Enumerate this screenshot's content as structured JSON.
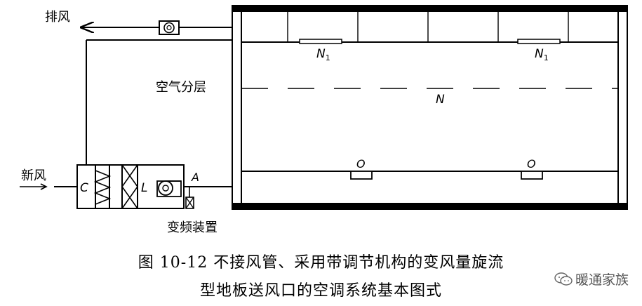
{
  "labels": {
    "exhaust": "排风",
    "fresh_air": "新风",
    "stratification": "空气分层",
    "vfd": "变频装置",
    "point_c": "C",
    "point_l": "L",
    "point_a": "A",
    "outlet_n1_left": "N",
    "outlet_n1_right": "N",
    "subscript": "1",
    "line_n": "N",
    "outlet_o_left": "O",
    "outlet_o_right": "O"
  },
  "caption": {
    "line1": "图 10-12   不接风管、采用带调节机构的变风量旋流",
    "line2": "型地板送风口的空调系统基本图式"
  },
  "watermark": {
    "text": "暖通家族",
    "icon": "wechat-icon"
  }
}
